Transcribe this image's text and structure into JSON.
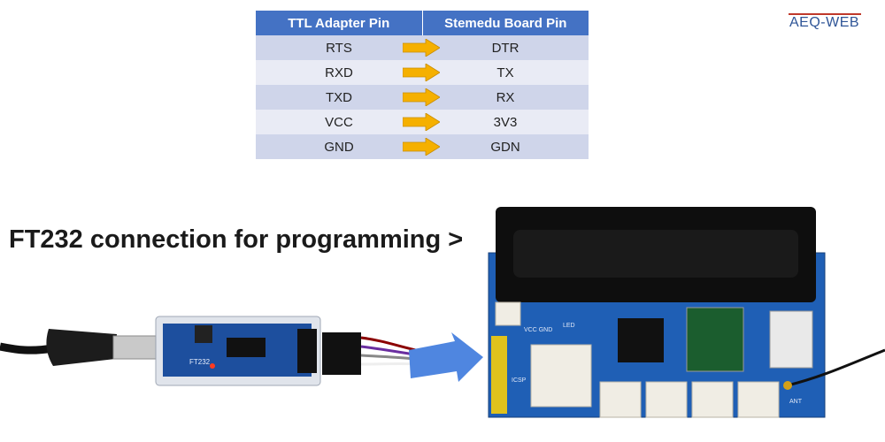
{
  "table": {
    "headers": [
      "TTL Adapter Pin",
      "Stemedu Board Pin"
    ],
    "rows": [
      {
        "adapter": "RTS",
        "board": "DTR"
      },
      {
        "adapter": "RXD",
        "board": "TX"
      },
      {
        "adapter": "TXD",
        "board": "RX"
      },
      {
        "adapter": "VCC",
        "board": "3V3"
      },
      {
        "adapter": "GND",
        "board": "GDN"
      }
    ],
    "arrow_color": "#f5b000",
    "header_color": "#4472c4"
  },
  "brand": "AEQ-WEB",
  "title": "FT232 connection for programming >",
  "scene": {
    "usb_adapter_chip_label": "FT232",
    "board_labels": [
      "VCC GND",
      "LED",
      "ICSP",
      "ANT"
    ]
  }
}
